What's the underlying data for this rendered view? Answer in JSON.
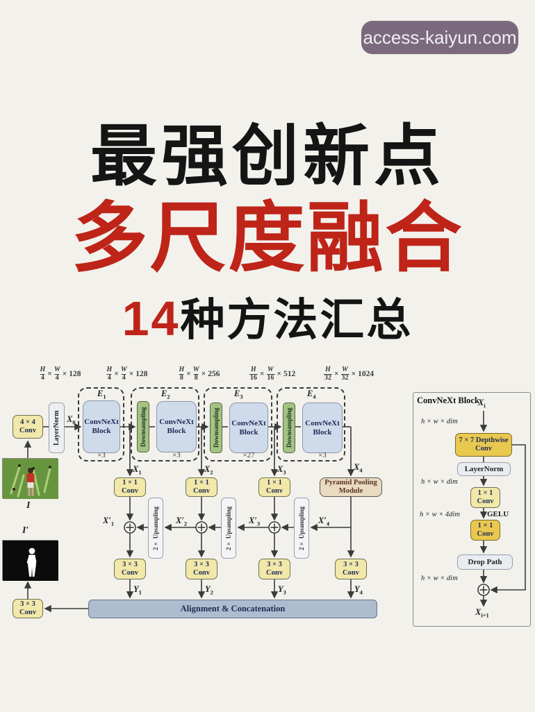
{
  "badge": {
    "label": "access-kaiyun.com"
  },
  "title": {
    "line1": "最强创新点",
    "line2": "多尺度融合",
    "line3_number": "14",
    "line3_text": "种方法汇总"
  },
  "glyphs": {
    "times": "×"
  },
  "colors": {
    "page": "#f2f1ec",
    "accent-red": "#bf2418",
    "badge-bg": "#7b6a7e",
    "yellow": "#f1e8a9",
    "blue": "#cfdaeb",
    "green": "#a3c283",
    "bar": "#aebccf",
    "ppm": "#e9dac2",
    "gold": "#e9c84f"
  },
  "dims": [
    {
      "fn1": "H",
      "fd1": "4",
      "fn2": "W",
      "fd2": "4",
      "ch": "128"
    },
    {
      "fn1": "H",
      "fd1": "4",
      "fn2": "W",
      "fd2": "4",
      "ch": "128"
    },
    {
      "fn1": "H",
      "fd1": "8",
      "fn2": "W",
      "fd2": "8",
      "ch": "256"
    },
    {
      "fn1": "H",
      "fd1": "16",
      "fn2": "W",
      "fd2": "16",
      "ch": "512"
    },
    {
      "fn1": "H",
      "fd1": "32",
      "fn2": "W",
      "fd2": "32",
      "ch": "1024"
    }
  ],
  "encoder": {
    "conv44": {
      "l1": "4 × 4",
      "l2": "Conv"
    },
    "layernorm": "LayerNorm",
    "x0": {
      "b": "X",
      "s": "0"
    },
    "block": {
      "l1": "ConvNeXt",
      "l2": "Block"
    },
    "stages": [
      {
        "e": {
          "b": "E",
          "s": "1"
        },
        "mult": "×3",
        "x": {
          "b": "X",
          "s": "1"
        }
      },
      {
        "e": {
          "b": "E",
          "s": "2"
        },
        "ds": "Downsampling",
        "mult": "×3",
        "x": {
          "b": "X",
          "s": "2"
        }
      },
      {
        "e": {
          "b": "E",
          "s": "3"
        },
        "ds": "Downsampling",
        "mult": "×27",
        "x": {
          "b": "X",
          "s": "3"
        }
      },
      {
        "e": {
          "b": "E",
          "s": "4"
        },
        "ds": "Downsampling",
        "mult": "×3",
        "x": {
          "b": "X",
          "s": "4"
        }
      }
    ]
  },
  "fusion": {
    "conv11": {
      "l1": "1 × 1",
      "l2": "Conv"
    },
    "ppm": {
      "l1": "Pyramid Pooling",
      "l2": "Module"
    },
    "upsampling": "2× Upsampling",
    "xprime": [
      {
        "b": "X′",
        "s": "1"
      },
      {
        "b": "X′",
        "s": "2"
      },
      {
        "b": "X′",
        "s": "3"
      },
      {
        "b": "X′",
        "s": "4"
      }
    ],
    "conv33": {
      "l1": "3 × 3",
      "l2": "Conv"
    },
    "y": [
      {
        "b": "Y",
        "s": "1"
      },
      {
        "b": "Y",
        "s": "2"
      },
      {
        "b": "Y",
        "s": "3"
      },
      {
        "b": "Y",
        "s": "4"
      }
    ],
    "bar": "Alignment & Concatenation"
  },
  "io": {
    "input_label": "I",
    "output_label": "I′",
    "out_conv": {
      "l1": "3 × 3",
      "l2": "Conv"
    }
  },
  "panel": {
    "title": "ConvNeXt Block",
    "x_in": {
      "b": "X",
      "s": "i"
    },
    "x_out": {
      "b": "X",
      "s": "i+1"
    },
    "dim_top": "h × w × dim",
    "dim_mid": "h × w × dim",
    "dim_4": "h × w × 4dim",
    "dim_bottom": "h × w × dim",
    "dw": {
      "l1": "7 × 7 Depthwise",
      "l2": "Conv"
    },
    "layernorm": "LayerNorm",
    "conv11": {
      "l1": "1 × 1",
      "l2": "Conv"
    },
    "gelu": "GELU",
    "droppath": "Drop Path"
  }
}
